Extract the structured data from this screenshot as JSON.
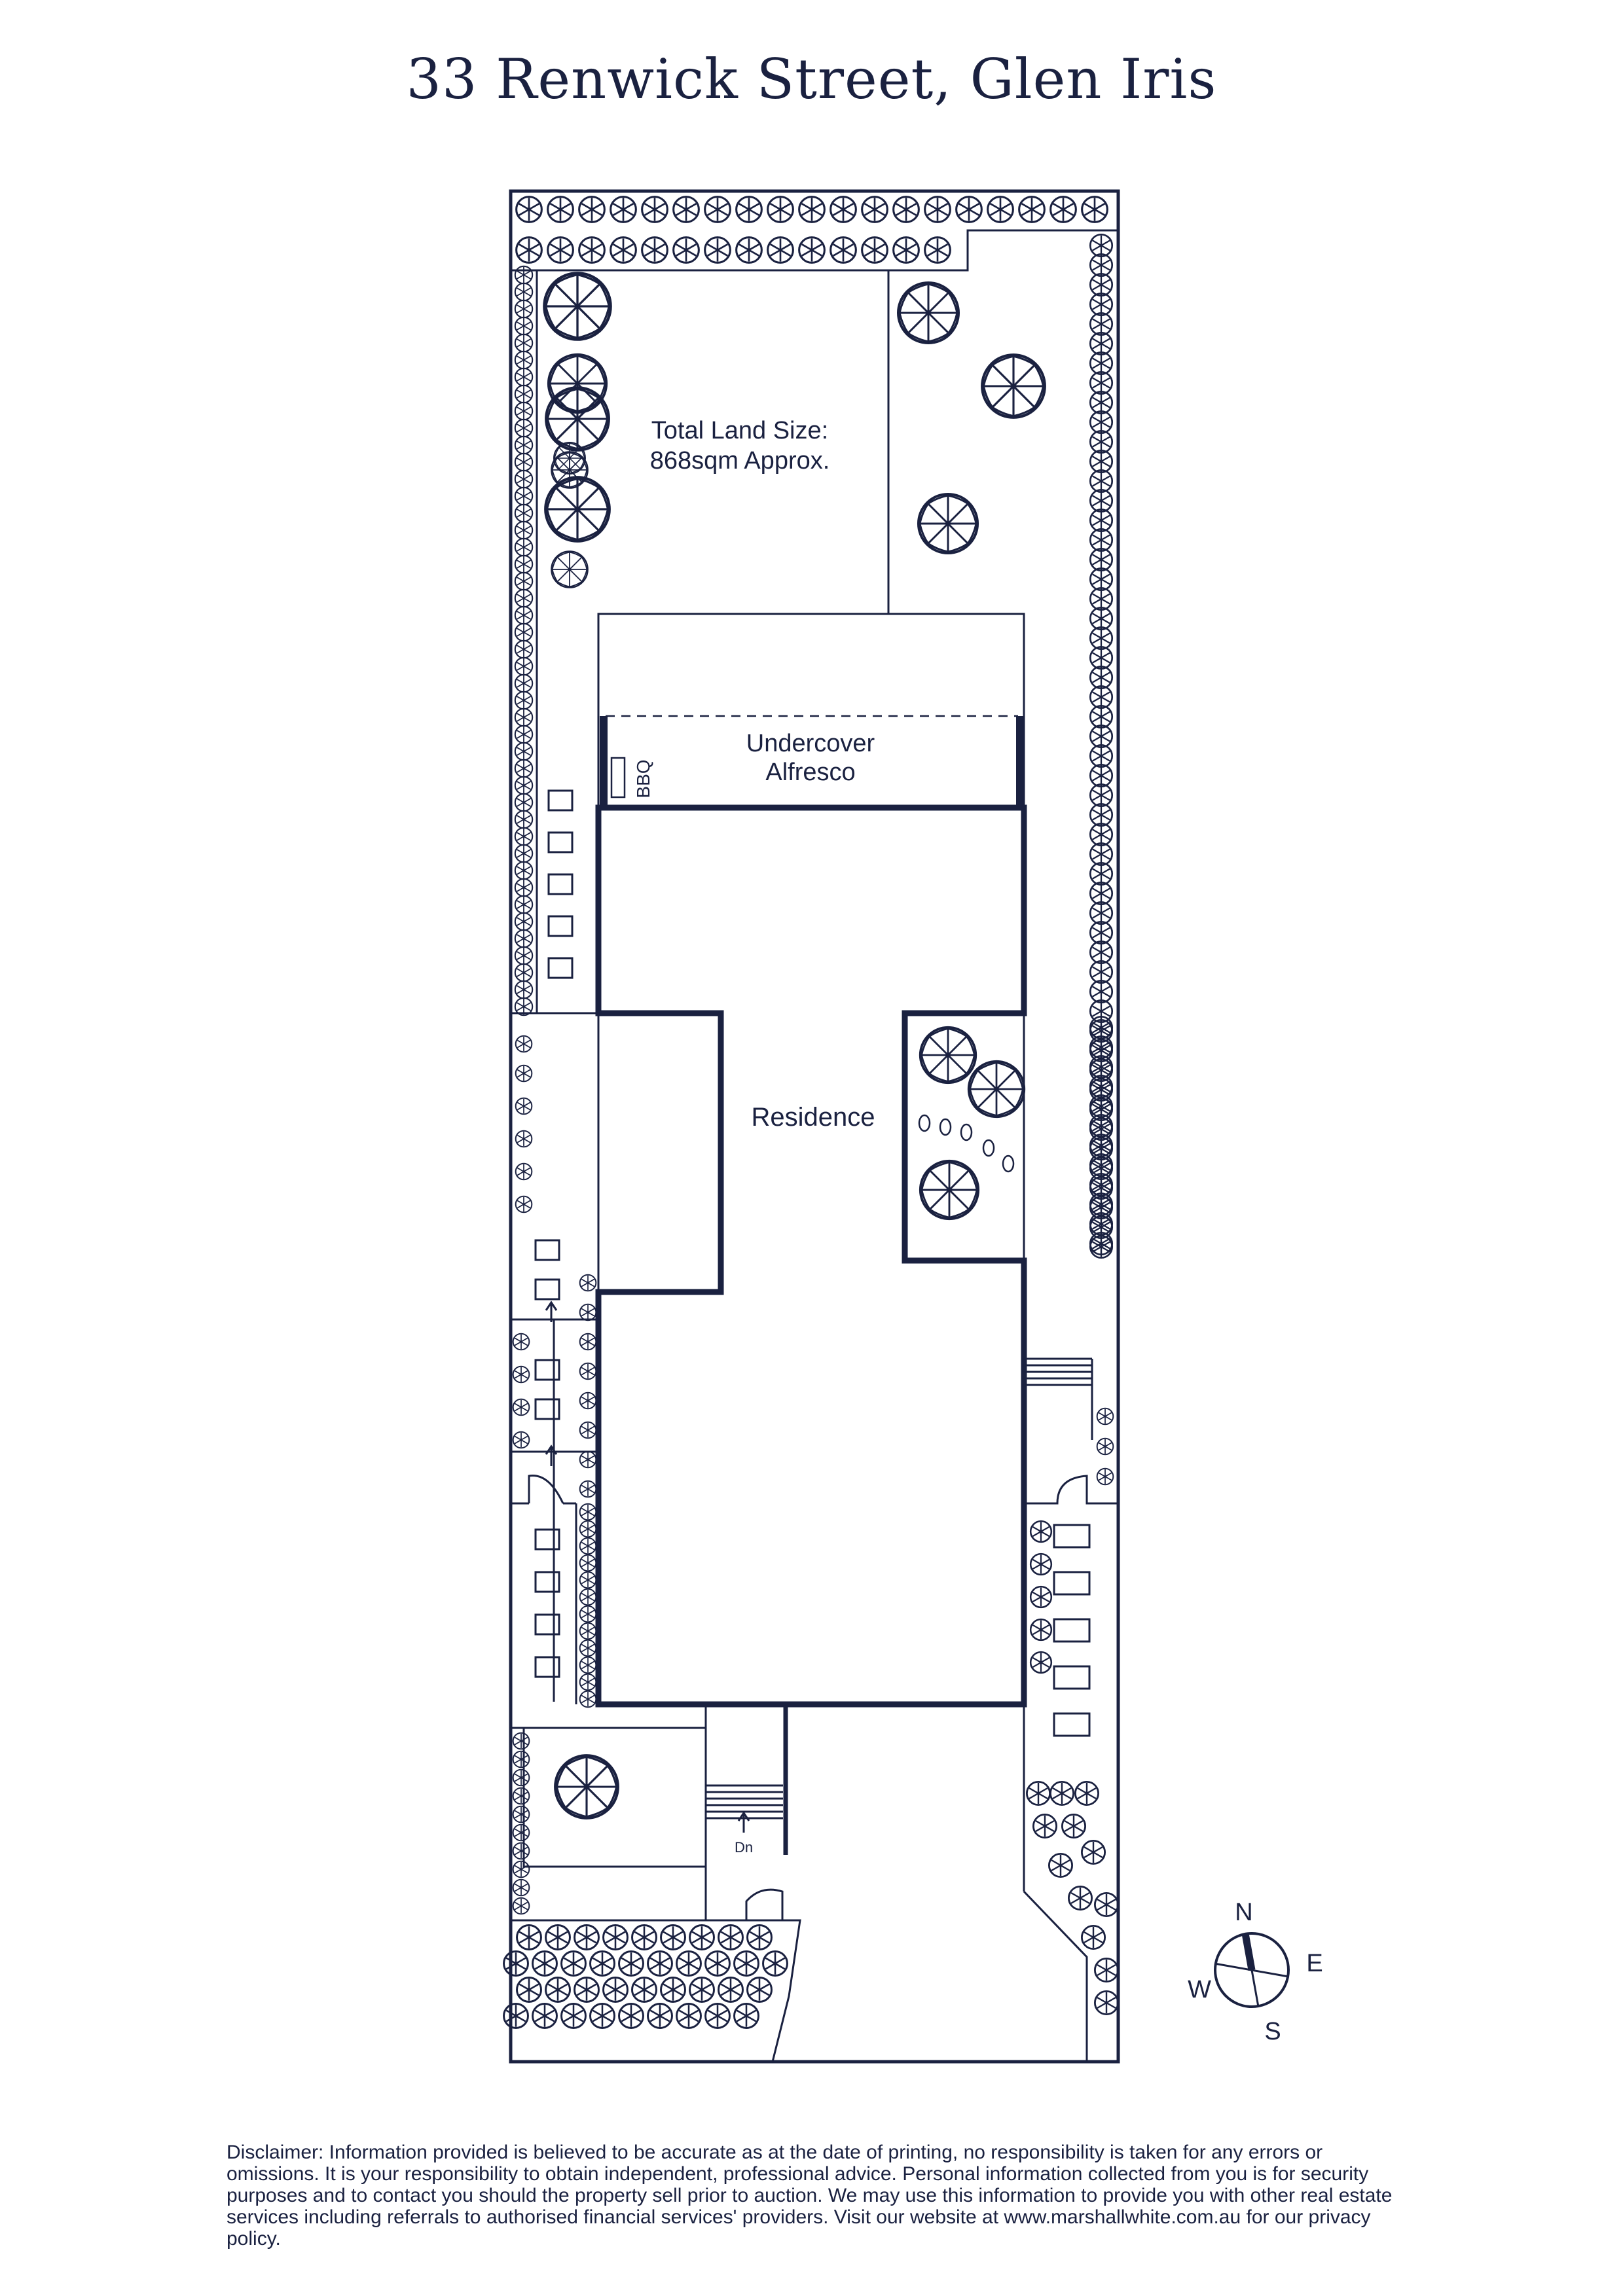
{
  "title": "33 Renwick Street, Glen Iris",
  "labels": {
    "land_size_line1": "Total Land Size:",
    "land_size_line2": "868sqm Approx.",
    "alfresco_line1": "Undercover",
    "alfresco_line2": "Alfresco",
    "bbq": "BBQ",
    "residence": "Residence",
    "stairs_down": "Dn"
  },
  "compass": {
    "n": "N",
    "e": "E",
    "s": "S",
    "w": "W"
  },
  "disclaimer": "Disclaimer: Information provided is believed to be accurate as at the date of printing, no responsibility is taken for any errors or omissions. It is your responsibility to obtain independent, professional advice. Personal information collected from you is for security purposes and to contact you should the property sell prior to auction. We may use this information to provide you with other real estate services including referrals to authorised financial services' providers. Visit our website at www.marshallwhite.com.au for our privacy policy.",
  "colors": {
    "ink": "#1a2140"
  },
  "icons": [
    "tree-icon",
    "shrub-icon",
    "stepping-stone-icon",
    "door-swing-icon",
    "compass-icon"
  ]
}
